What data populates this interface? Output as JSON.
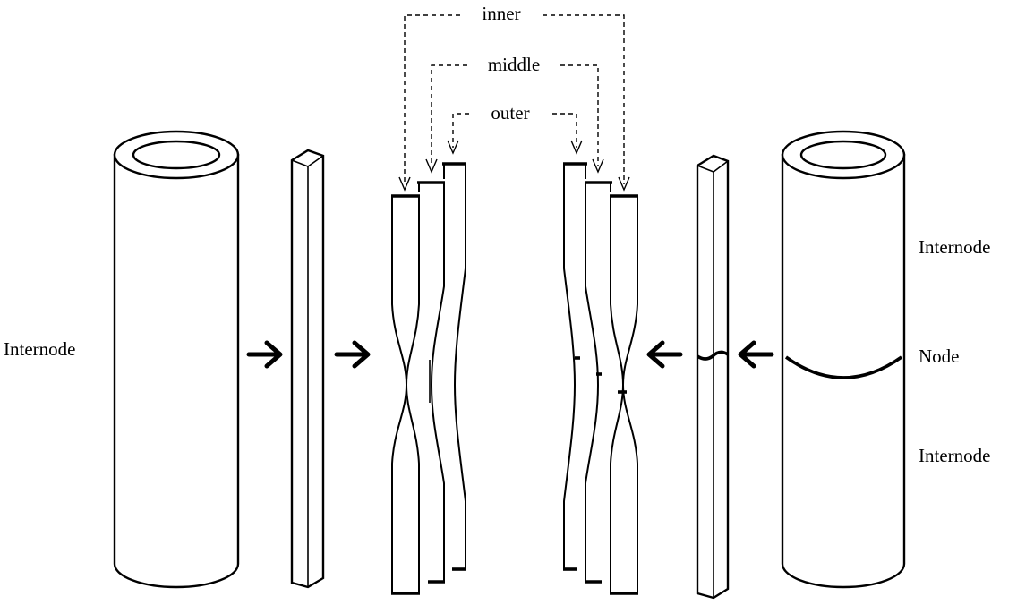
{
  "labels": {
    "left_internode": "Internode",
    "right_internode_top": "Internode",
    "right_node": "Node",
    "right_internode_bottom": "Internode",
    "layer_inner": "inner",
    "layer_middle": "middle",
    "layer_outer": "outer"
  }
}
